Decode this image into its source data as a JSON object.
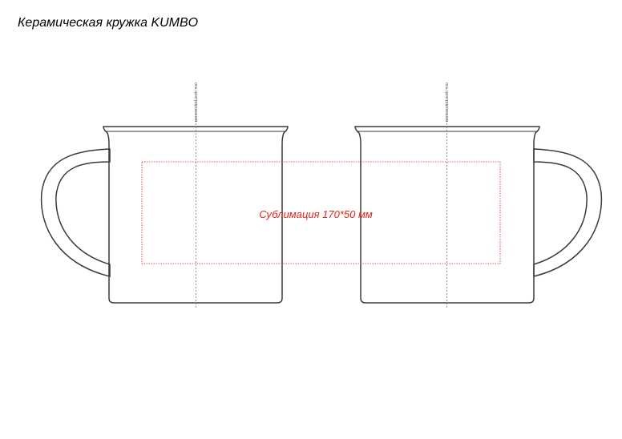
{
  "title": "Керамическая кружка KUMBO",
  "axis_label": "ось центрирования",
  "print_area_label": "Сублимация 170*50 мм",
  "colors": {
    "outline": "#3a3a3a",
    "axis": "#777777",
    "print_area": "#e0251b"
  }
}
